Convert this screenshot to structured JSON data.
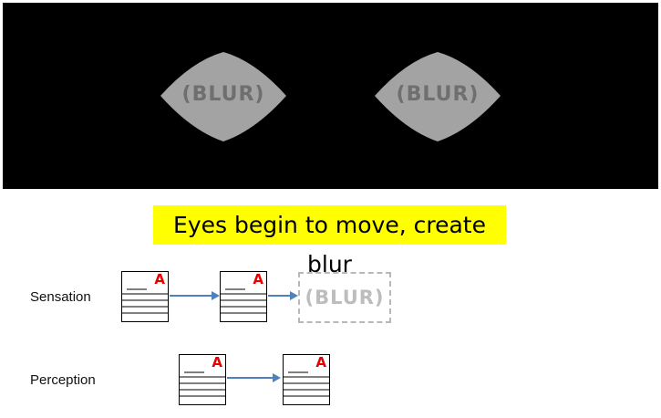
{
  "eyes": {
    "left_label": "(BLUR)",
    "right_label": "(BLUR)",
    "fill": "#a3a3a3"
  },
  "caption": {
    "text": "Eyes begin to move, create blur",
    "highlight": "#ffff00"
  },
  "sensation": {
    "label": "Sensation",
    "card_letter": "A",
    "blur_text": "(BLUR)"
  },
  "perception": {
    "label": "Perception",
    "card_letter": "A"
  },
  "colors": {
    "arrow": "#4f81bd",
    "letter": "#e60000"
  }
}
